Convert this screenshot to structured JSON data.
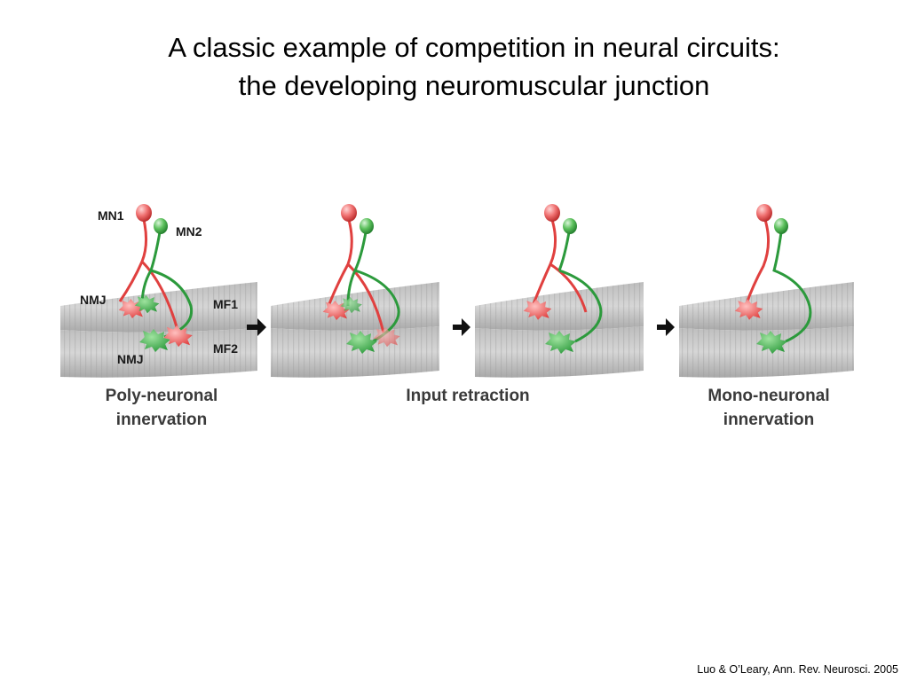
{
  "title": {
    "line1": "A classic example of competition in neural circuits:",
    "line2": "the developing neuromuscular junction"
  },
  "figure": {
    "labels": {
      "mn1": "MN1",
      "mn2": "MN2",
      "nmj_top": "NMJ",
      "nmj_bottom": "NMJ",
      "mf1": "MF1",
      "mf2": "MF2"
    },
    "captions": {
      "stage1_line1": "Poly-neuronal",
      "stage1_line2": "innervation",
      "stage2": "Input retraction",
      "stage3_line1": "Mono-neuronal",
      "stage3_line2": "innervation"
    },
    "colors": {
      "mn1_red": "#e0403f",
      "mn2_green": "#2c9a3c",
      "muscle_gray": "#c8c8c8"
    }
  },
  "citation": "Luo & O’Leary, Ann. Rev. Neurosci. 2005"
}
